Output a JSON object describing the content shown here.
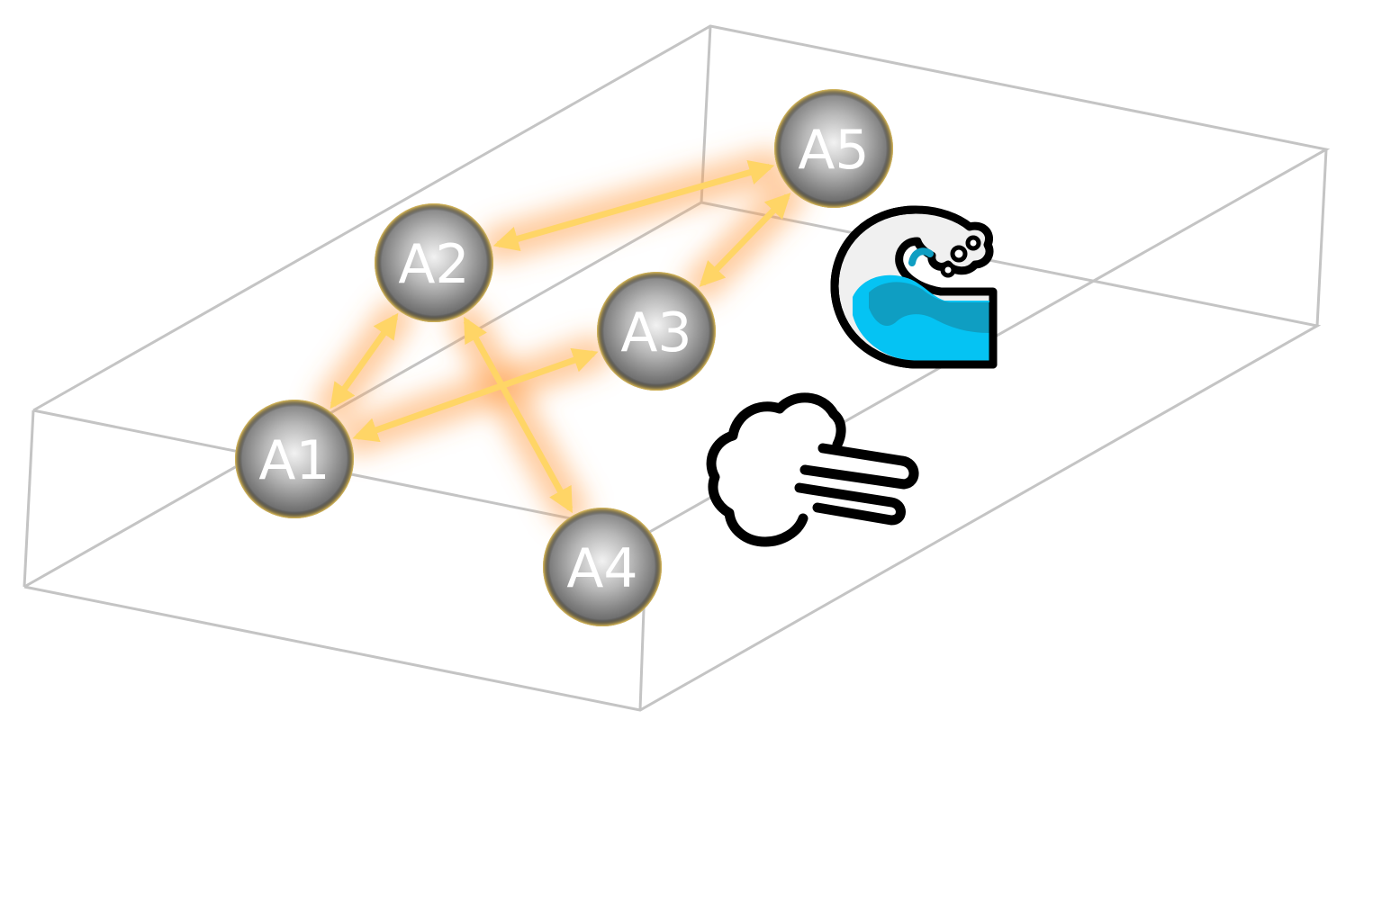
{
  "nodes": [
    {
      "id": "A1",
      "label": "A1"
    },
    {
      "id": "A2",
      "label": "A2"
    },
    {
      "id": "A3",
      "label": "A3"
    },
    {
      "id": "A4",
      "label": "A4"
    },
    {
      "id": "A5",
      "label": "A5"
    }
  ],
  "links": [
    {
      "from": "A1",
      "to": "A2"
    },
    {
      "from": "A1",
      "to": "A3"
    },
    {
      "from": "A2",
      "to": "A4"
    },
    {
      "from": "A2",
      "to": "A5"
    },
    {
      "from": "A3",
      "to": "A5"
    }
  ],
  "icons": {
    "wave": "water-wave-icon",
    "wind": "wind-blowing-icon"
  },
  "colors": {
    "box_edge": "#c4c4c4",
    "link": "#ffd566",
    "glow": "#ffa04d",
    "sphere": "#9a9a9a",
    "sphere_rim": "#e6c35a",
    "node_text": "#ffffff",
    "water_dark": "#0f9ec2",
    "water_light": "#05c3f3",
    "foam": "#f0f0f0"
  }
}
